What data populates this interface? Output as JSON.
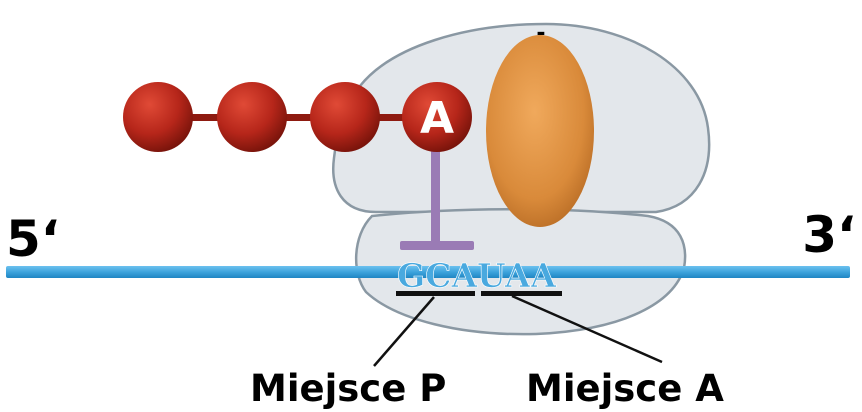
{
  "diagram": {
    "mrna": {
      "five_prime_label": "5‘",
      "three_prime_label": "3‘",
      "codons": "GCAUAA"
    },
    "peptide": {
      "terminal_amino_acid_label": "A",
      "bead_count": 4
    },
    "release_factor_mark": "-",
    "sites": {
      "p_site_label": "Miejsce P",
      "a_site_label": "Miejsce A"
    },
    "colors": {
      "mrna": "#3ea4dc",
      "codon_text": "#49a9df",
      "ribosome": "#e3e7eb",
      "ribosome_outline": "#8a98a3",
      "amino_acid": "#b6261a",
      "peptide_bond": "#8e1a10",
      "trna_stem": "#9a7bb5",
      "release_factor": "#d98a3a"
    }
  }
}
